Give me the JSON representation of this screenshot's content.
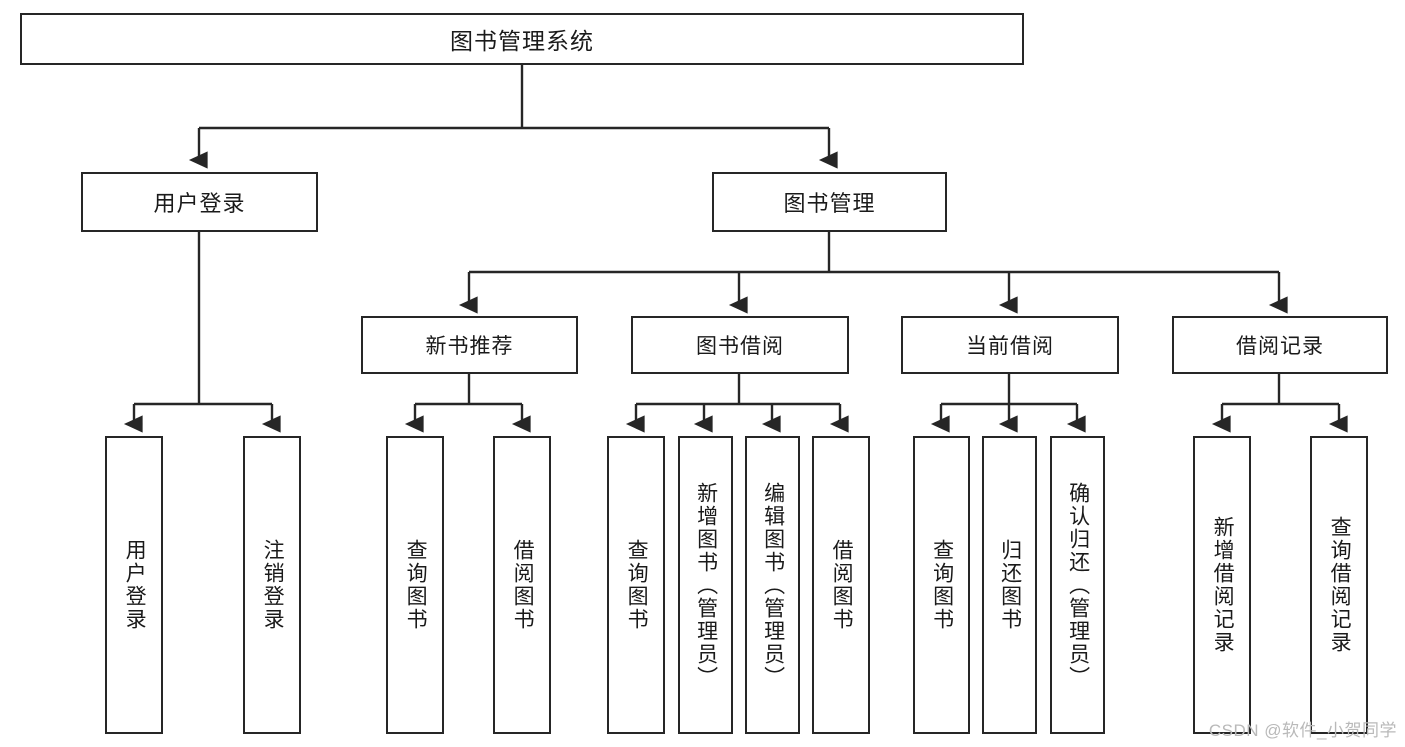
{
  "diagram": {
    "title": "图书管理系统",
    "type": "tree-hierarchy",
    "stroke_color": "#262626",
    "fill_color": "#ffffff",
    "text_color": "#1a1a1a"
  },
  "root": {
    "label": "图书管理系统"
  },
  "level2": [
    {
      "label": "用户登录"
    },
    {
      "label": "图书管理"
    }
  ],
  "level3": [
    {
      "label": "新书推荐"
    },
    {
      "label": "图书借阅"
    },
    {
      "label": "当前借阅"
    },
    {
      "label": "借阅记录"
    }
  ],
  "leaves": {
    "user_login": [
      {
        "label": "用户登录"
      },
      {
        "label": "注销登录"
      }
    ],
    "new_book_recommend": [
      {
        "label": "查询图书"
      },
      {
        "label": "借阅图书"
      }
    ],
    "book_borrow": [
      {
        "label": "查询图书"
      },
      {
        "label": "新增图书（管理员）"
      },
      {
        "label": "编辑图书（管理员）"
      },
      {
        "label": "借阅图书"
      }
    ],
    "current_borrow": [
      {
        "label": "查询图书"
      },
      {
        "label": "归还图书"
      },
      {
        "label": "确认归还（管理员）"
      }
    ],
    "borrow_record": [
      {
        "label": "新增借阅记录"
      },
      {
        "label": "查询借阅记录"
      }
    ]
  },
  "watermark": {
    "text": "CSDN @软件_小贺同学"
  }
}
